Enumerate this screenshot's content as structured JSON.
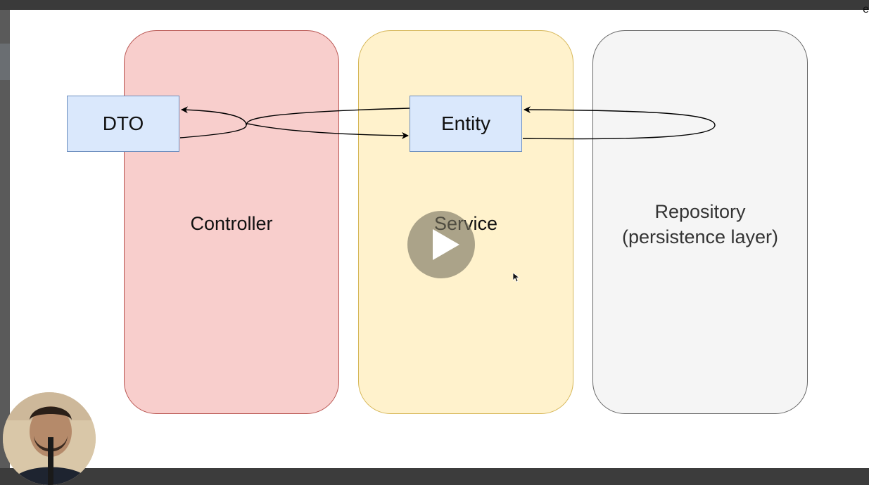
{
  "diagram": {
    "lanes": {
      "controller": {
        "label": "Controller",
        "color": "#f8cecc"
      },
      "service": {
        "label": "Service",
        "color": "#fff2cc"
      },
      "repository": {
        "label_line1": "Repository",
        "label_line2": "(persistence layer)",
        "color": "#f5f5f5"
      }
    },
    "boxes": {
      "dto": "DTO",
      "entity": "Entity"
    }
  },
  "player": {
    "play_icon": "play-icon",
    "corner_glyph": "e"
  },
  "webcam": {
    "icon": "presenter-webcam"
  }
}
